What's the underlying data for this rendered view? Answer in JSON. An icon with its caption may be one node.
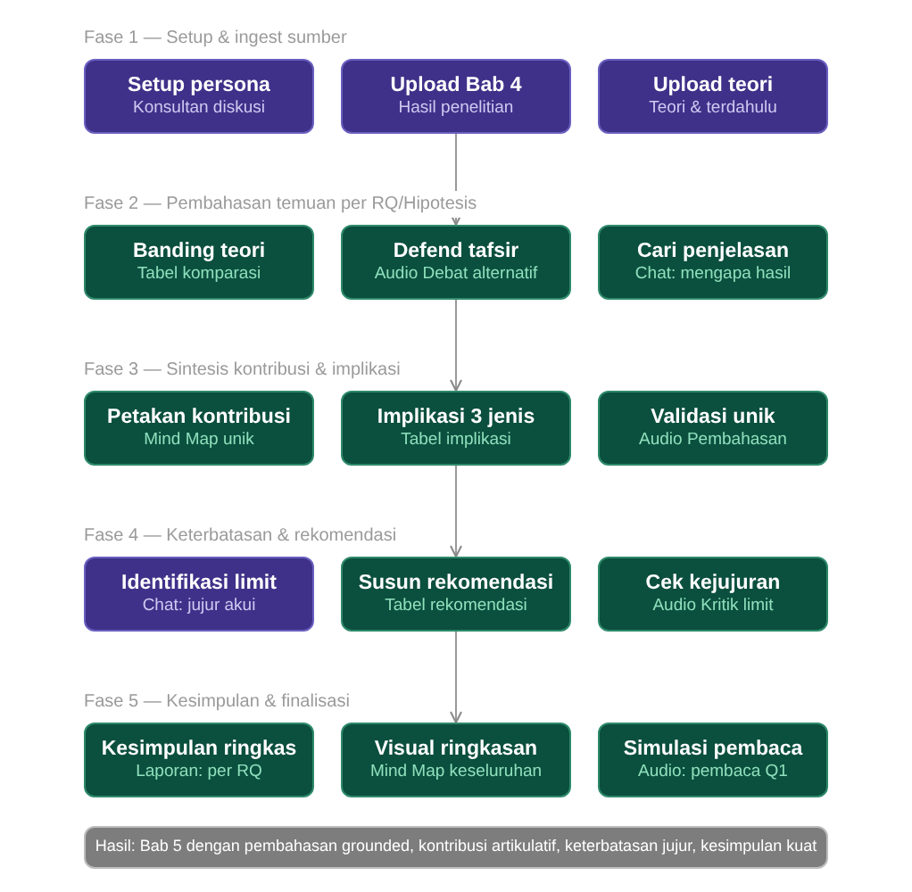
{
  "diagram": {
    "nodes": [
      {
        "text": [
          "Setup persona",
          "Konsultan diskusi"
        ]
      },
      {
        "text": [
          "Upload Bab 4",
          "Hasil penelitian"
        ]
      },
      {
        "text": [
          "Upload teori",
          "Teori & terdahulu"
        ]
      },
      {
        "text": [
          "Banding teori",
          "Tabel komparasi"
        ]
      },
      {
        "text": [
          "Defend tafsir",
          "Audio Debat alternatif"
        ]
      },
      {
        "text": [
          "Cari penjelasan",
          "Chat: mengapa hasil"
        ]
      },
      {
        "text": [
          "Petakan kontribusi",
          "Mind Map unik"
        ]
      },
      {
        "text": [
          "Implikasi 3 jenis",
          "Tabel implikasi"
        ]
      },
      {
        "text": [
          "Validasi unik",
          "Audio Pembahasan"
        ]
      },
      {
        "text": [
          "Identifikasi limit",
          "Chat: jujur akui"
        ]
      },
      {
        "text": [
          "Susun rekomendasi",
          "Tabel rekomendasi"
        ]
      },
      {
        "text": [
          "Cek kejujuran",
          "Audio Kritik limit"
        ]
      },
      {
        "text": [
          "Kesimpulan ringkas",
          "Laporan: per RQ"
        ]
      },
      {
        "text": [
          "Visual ringkasan",
          "Mind Map keseluruhan"
        ]
      },
      {
        "text": [
          "Simulasi pembaca",
          "Audio: pembaca Q1"
        ]
      },
      {
        "text": [
          "Hasil: Bab 5 dengan pembahasan grounded, kontribusi artikulatif, keterbatasan jujur, kesimpulan kuat"
        ]
      }
    ],
    "edges": [
      {
        "from": 1,
        "to": 4,
        "arrow": "to"
      },
      {
        "from": 4,
        "to": 7,
        "arrow": "to"
      },
      {
        "from": 7,
        "to": 10,
        "arrow": "to"
      },
      {
        "from": 10,
        "to": 13,
        "arrow": "to"
      }
    ],
    "labels": [
      "Fase 1 — Setup & ingest sumber",
      "Fase 2 — Pembahasan temuan per RQ/Hipotesis",
      "Fase 3 — Sintesis kontribusi & implikasi",
      "Fase 4 — Keterbatasan & rekomendasi",
      "Fase 5 — Kesimpulan & finalisasi"
    ]
  }
}
